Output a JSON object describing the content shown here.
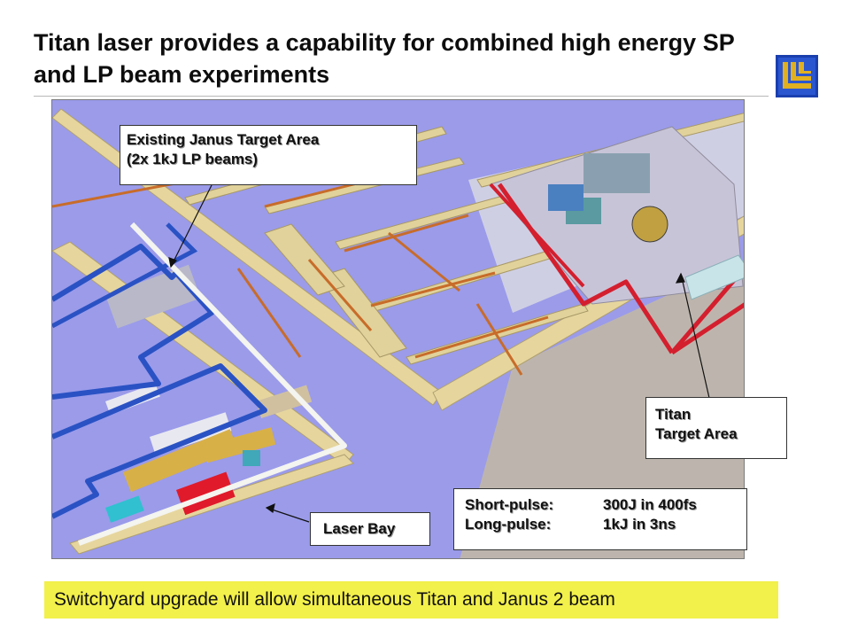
{
  "slide": {
    "title": "Titan laser provides a capability for combined high energy SP and LP beam experiments",
    "callouts": {
      "janus_line1": "Existing Janus Target Area",
      "janus_line2": "(2x 1kJ LP beams)",
      "titan_line1": "Titan",
      "titan_line2": "Target Area",
      "laser_bay": "Laser Bay"
    },
    "specs": [
      {
        "label": "Short-pulse:",
        "value": "300J in 400fs"
      },
      {
        "label": "Long-pulse:",
        "value": "1kJ in 3ns"
      }
    ],
    "footer": "Switchyard upgrade will allow  simultaneous Titan and Janus 2 beam"
  },
  "colors": {
    "floor": "#8f8fe6",
    "wall": "#e6d69e",
    "titan_beam": "#d41f2e",
    "janus_beam": "#2a52c4",
    "footer_bg": "#f2f04a",
    "logo_blue": "#1a3fae",
    "logo_gold": "#e0b021"
  },
  "icons": {
    "logo": "llnl-logo-icon"
  }
}
